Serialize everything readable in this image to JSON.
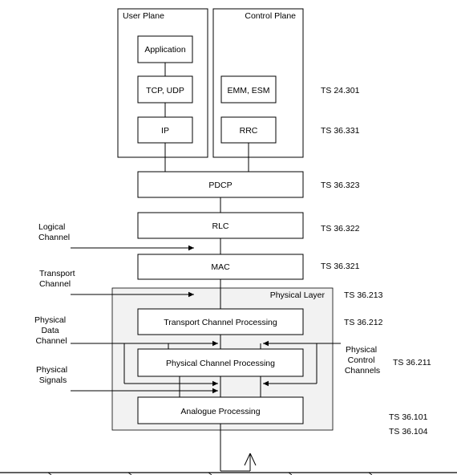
{
  "planes": {
    "user": "User Plane",
    "control": "Control Plane"
  },
  "boxes": {
    "application": "Application",
    "tcp_udp": "TCP, UDP",
    "ip": "IP",
    "emm_esm": "EMM, ESM",
    "rrc": "RRC",
    "pdcp": "PDCP",
    "rlc": "RLC",
    "mac": "MAC",
    "physical_layer": "Physical Layer",
    "transport_channel_processing": "Transport Channel Processing",
    "physical_channel_processing": "Physical Channel Processing",
    "analogue_processing": "Analogue Processing"
  },
  "side_labels": {
    "logical_channel": [
      "Logical",
      "Channel"
    ],
    "transport_channel": [
      "Transport",
      "Channel"
    ],
    "physical_data_channel": [
      "Physical",
      "Data",
      "Channel"
    ],
    "physical_signals": [
      "Physical",
      "Signals"
    ],
    "physical_control_channels": [
      "Physical",
      "Control",
      "Channels"
    ]
  },
  "specs": {
    "ts_24_301": "TS 24.301",
    "ts_36_331": "TS 36.331",
    "ts_36_323": "TS 36.323",
    "ts_36_322": "TS 36.322",
    "ts_36_321": "TS 36.321",
    "ts_36_213": "TS 36.213",
    "ts_36_212": "TS 36.212",
    "ts_36_211": "TS 36.211",
    "ts_36_101": "TS 36.101",
    "ts_36_104": "TS 36.104"
  },
  "colors": {
    "stroke": "#000000",
    "physical_layer_fill": "#f2f2f2",
    "box_fill": "#ffffff"
  }
}
